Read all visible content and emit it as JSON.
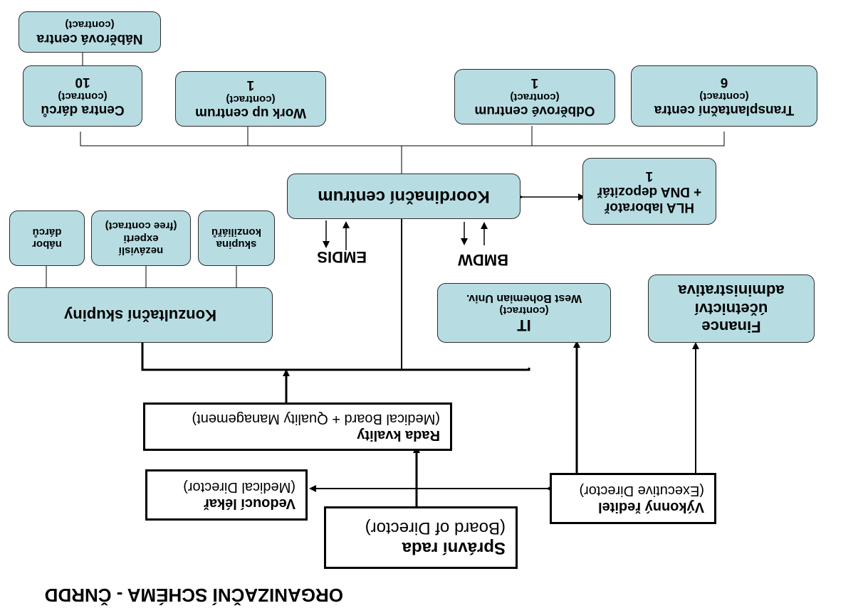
{
  "title": "ORGANIZAČNÍ SCHÉMA - ČNRDD",
  "board": {
    "name": "Správní rada",
    "english": "(Board of Director)"
  },
  "medical_director": {
    "name": "Vedoucí lékař",
    "english": "(Medical Director)"
  },
  "executive_director": {
    "name": "Výkonný ředitel",
    "english": "(Executive Director)"
  },
  "quality_board": {
    "name": "Rada kvality",
    "english": "(Medical Board + Quality Management)"
  },
  "consult_groups": {
    "name": "Konzultační skupiny"
  },
  "donor_recruitment": {
    "line1": "nábor",
    "line2": "dárců"
  },
  "independent_experts": {
    "line1": "nezávislí",
    "line2": "experti",
    "line3": "(free contract)"
  },
  "consilium_group": {
    "line1": "skupina",
    "line2": "konziliářů"
  },
  "coordination_center": {
    "name": "Koordinační centrum"
  },
  "hla_lab": {
    "line1": "HLA laboratoř",
    "line2": "+ DNA depozitář",
    "count": "1"
  },
  "emdis": "EMDIS",
  "bmdw": "BMDW",
  "it": {
    "name": "IT",
    "contract": "(contract)",
    "provider": "West Bohemian Univ."
  },
  "finance": {
    "line1": "Finance",
    "line2": "účetnictví",
    "line3": "administrativa"
  },
  "donor_centers": {
    "name": "Centra dárců",
    "contract": "(contract)",
    "count": "10"
  },
  "workup_center": {
    "name": "Work up centrum",
    "contract": "(contract)",
    "count": "1"
  },
  "collection_center": {
    "name": "Odběrové centrum",
    "contract": "(contract)",
    "count": "1"
  },
  "transplant_centers": {
    "name": "Transplantační centra",
    "contract": "(contract)",
    "count": "6"
  },
  "sampling_centers": {
    "name": "Náběrová centra",
    "contract": "(contract)"
  }
}
